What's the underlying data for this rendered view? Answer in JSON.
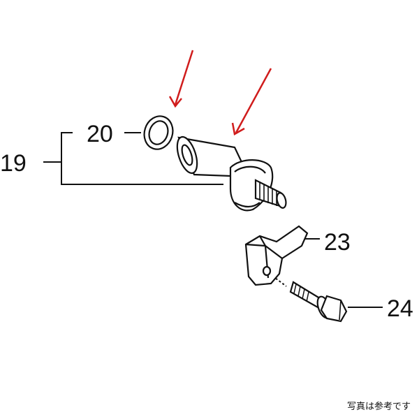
{
  "callouts": {
    "c19": "19",
    "c20": "20",
    "c23": "23",
    "c24": "24"
  },
  "footer_note": "写真は参考です",
  "colors": {
    "line": "#111111",
    "arrow": "#d01c1c",
    "background": "#ffffff"
  },
  "icons": {
    "arrow": "red-arrow-icon"
  }
}
